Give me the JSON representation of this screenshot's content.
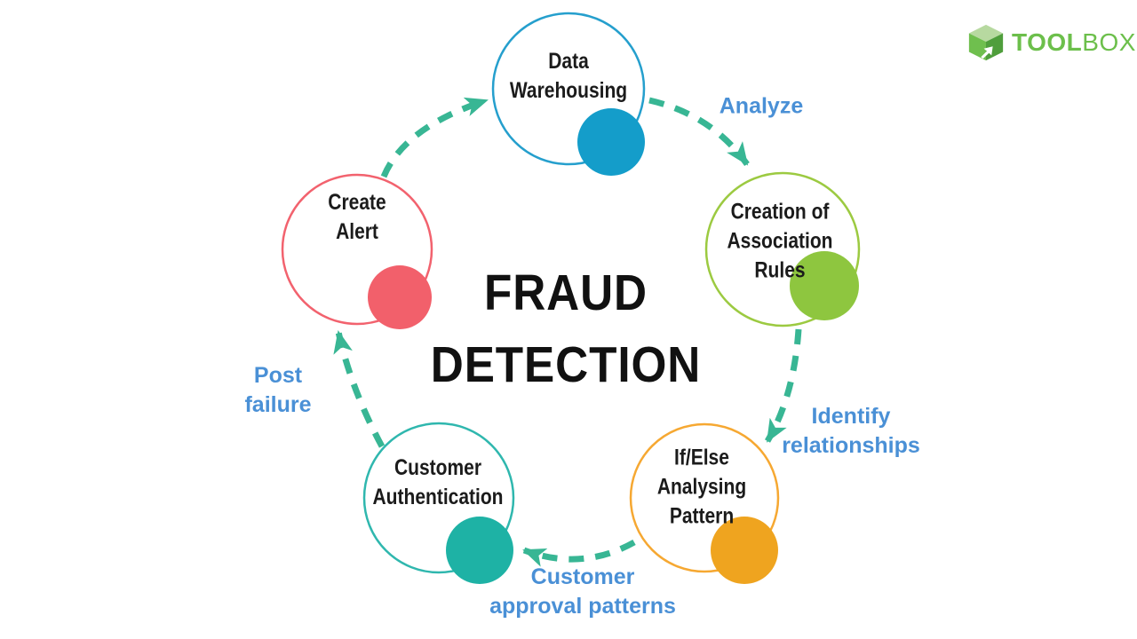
{
  "title": {
    "lines": [
      "FRAUD",
      "DETECTION"
    ]
  },
  "logo": {
    "part_bold": "TOOL",
    "part_light": "BOX",
    "color": "#6cbf4b",
    "icon": "toolbox-cube-icon"
  },
  "colors": {
    "arrow": "#38b694",
    "connector_label_blue": "#4a90d6",
    "title_black": "#111111"
  },
  "nodes": [
    {
      "name": "data-warehousing",
      "lines": [
        "Data",
        "Warehousing",
        ""
      ],
      "stroke": "#259fcd",
      "fill": "#149dca"
    },
    {
      "name": "creation-of-association-rules",
      "lines": [
        "Creation of",
        "Association",
        "Rules"
      ],
      "stroke": "#9cca41",
      "fill": "#8ec63f"
    },
    {
      "name": "if-else-analysing-pattern",
      "lines": [
        "If/Else",
        "Analysing",
        "Pattern"
      ],
      "stroke": "#f6a832",
      "fill": "#efa41f"
    },
    {
      "name": "customer-authentication",
      "lines": [
        "Customer",
        "Authentication",
        ""
      ],
      "stroke": "#2fb7ae",
      "fill": "#1eb2a5"
    },
    {
      "name": "create-alert",
      "lines": [
        "Create",
        "Alert",
        ""
      ],
      "stroke": "#f2626e",
      "fill": "#f2606b"
    }
  ],
  "connectors": [
    {
      "name": "analyze",
      "lines": [
        "Analyze",
        ""
      ]
    },
    {
      "name": "identify-relationships",
      "lines": [
        "Identify",
        "relationships"
      ]
    },
    {
      "name": "customer-approval-patterns",
      "lines": [
        "Customer",
        "approval patterns"
      ]
    },
    {
      "name": "post-failure",
      "lines": [
        "Post",
        "failure"
      ]
    }
  ]
}
